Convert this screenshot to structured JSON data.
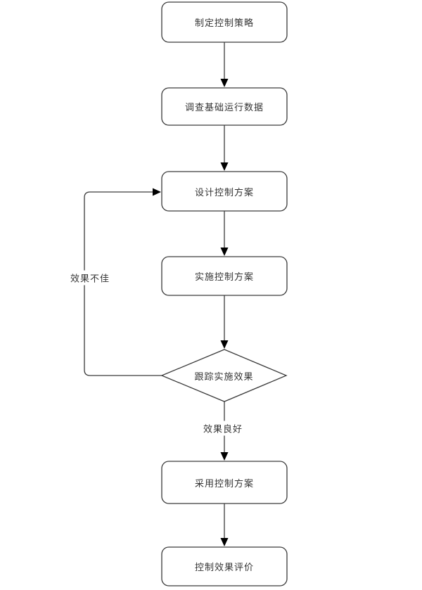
{
  "diagram": {
    "type": "flowchart",
    "background_color": "#ffffff",
    "line_color": "#3a3a3a",
    "arrow_color": "#000000",
    "text_color": "#333333",
    "nodes": [
      {
        "id": "develop-strategy",
        "shape": "rounded-rect",
        "label": "制定控制策略"
      },
      {
        "id": "survey-data",
        "shape": "rounded-rect",
        "label": "调查基础运行数据"
      },
      {
        "id": "design-plan",
        "shape": "rounded-rect",
        "label": "设计控制方案"
      },
      {
        "id": "implement-plan",
        "shape": "rounded-rect",
        "label": "实施控制方案"
      },
      {
        "id": "track-effect",
        "shape": "diamond",
        "label": "跟踪实施效果"
      },
      {
        "id": "adopt-plan",
        "shape": "rounded-rect",
        "label": "采用控制方案"
      },
      {
        "id": "evaluate-effect",
        "shape": "rounded-rect",
        "label": "控制效果评价"
      }
    ],
    "edges": [
      {
        "from": "develop-strategy",
        "to": "survey-data",
        "label": ""
      },
      {
        "from": "survey-data",
        "to": "design-plan",
        "label": ""
      },
      {
        "from": "design-plan",
        "to": "implement-plan",
        "label": ""
      },
      {
        "from": "implement-plan",
        "to": "track-effect",
        "label": ""
      },
      {
        "from": "track-effect",
        "to": "adopt-plan",
        "label": "效果良好"
      },
      {
        "from": "adopt-plan",
        "to": "evaluate-effect",
        "label": ""
      },
      {
        "from": "track-effect",
        "to": "design-plan",
        "label": "效果不佳"
      }
    ]
  }
}
